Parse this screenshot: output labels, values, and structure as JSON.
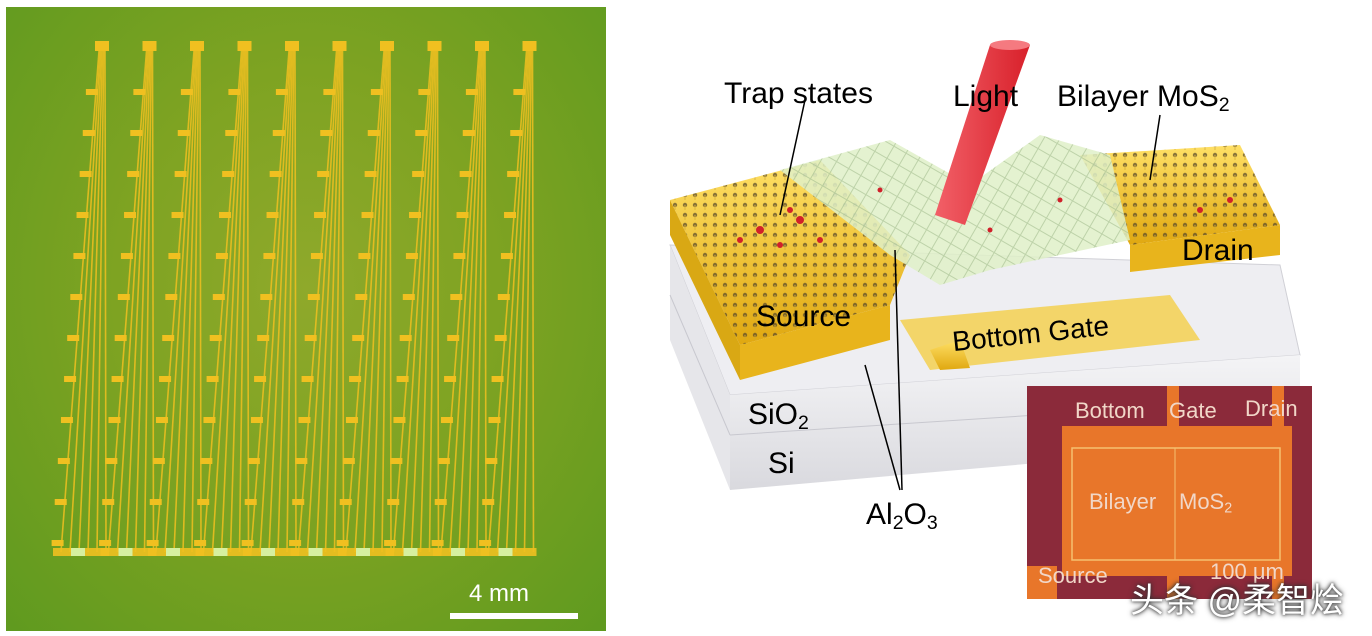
{
  "left_panel": {
    "scale_bar_label": "4 mm"
  },
  "right_panel": {
    "labels": {
      "trap_states": "Trap states",
      "light": "Light",
      "bilayer_mos2_main": "Bilayer MoS",
      "bilayer_mos2_sub": "2",
      "drain": "Drain",
      "source": "Source",
      "bottom_gate": "Bottom Gate",
      "sio2_main": "SiO",
      "sio2_sub": "2",
      "si": "Si",
      "al2o3_a": "Al",
      "al2o3_sub1": "2",
      "al2o3_b": "O",
      "al2o3_sub2": "3"
    },
    "inset": {
      "bottom": "Bottom",
      "gate": "Gate",
      "drain": "Drain",
      "bilayer": "Bilayer",
      "mos": "MoS",
      "mos_sub": "2",
      "source": "Source",
      "scale": "100 μm"
    }
  },
  "watermark": "头条 @柔智烩",
  "colors": {
    "gold": "#f0c020",
    "green_bg": "#7ea322",
    "inset_bg": "#8b2a3a",
    "inset_channel": "#e8762a",
    "laser": "#e8383e"
  }
}
